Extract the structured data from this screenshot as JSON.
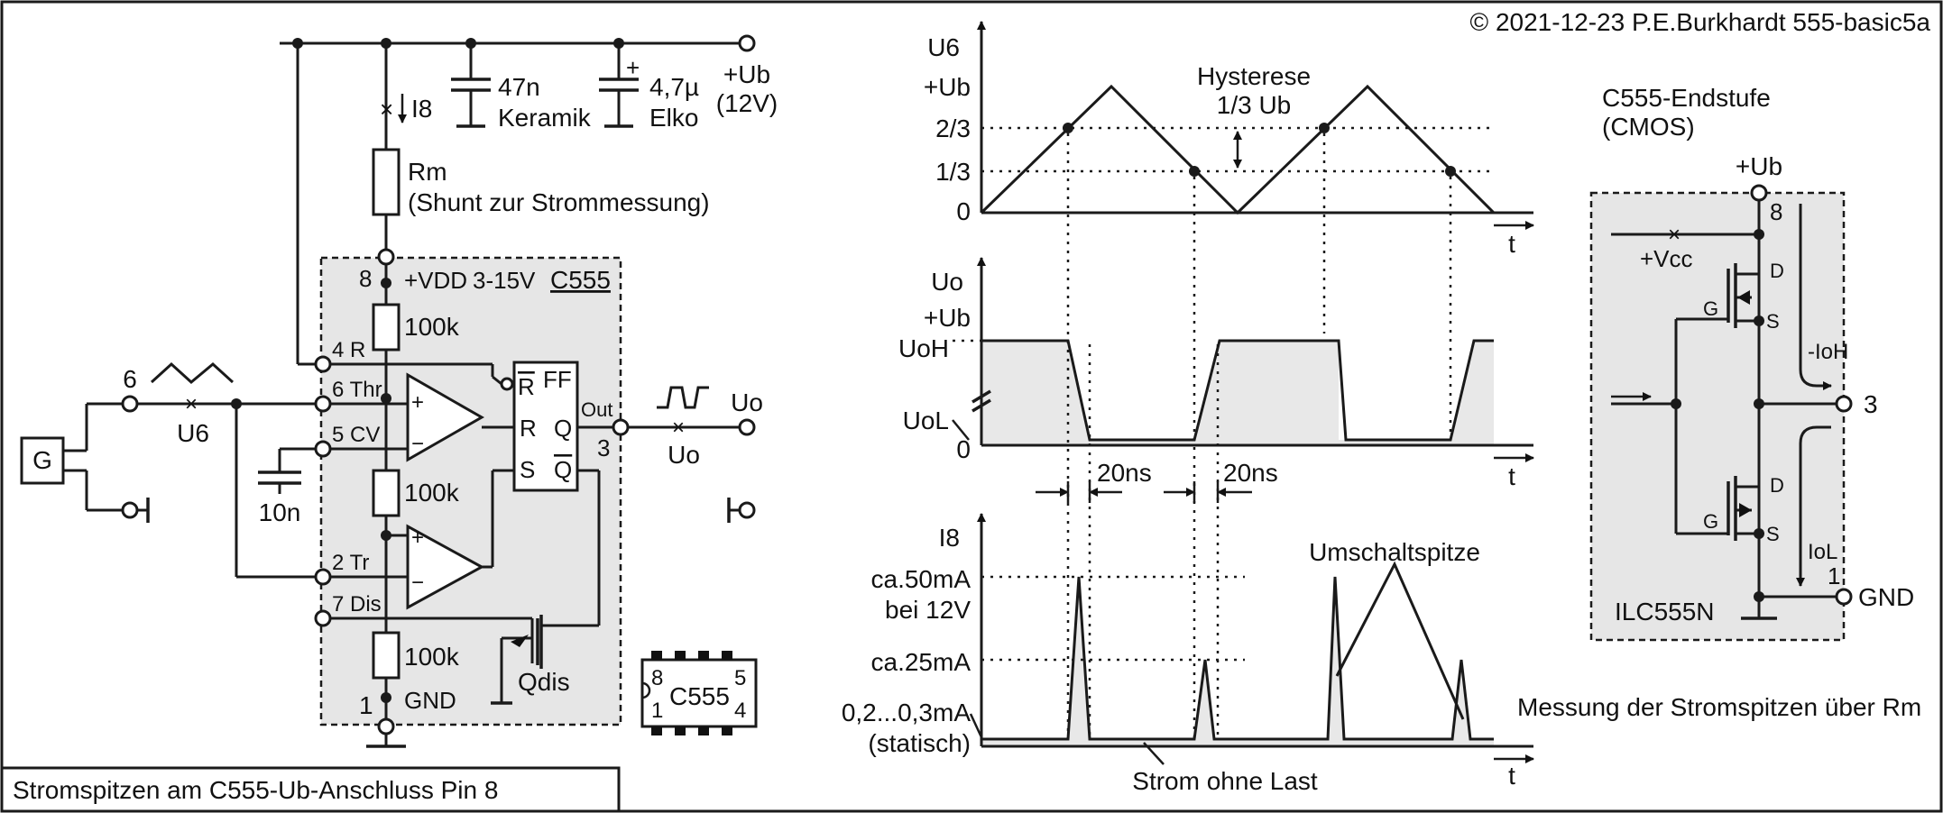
{
  "header": {
    "copyright": "© 2021-12-23 P.E.Burkhardt 555-basic5a"
  },
  "caption": {
    "text": "Stromspitzen am C555-Ub-Anschluss Pin 8"
  },
  "circuit": {
    "supply_label": "+Ub",
    "supply_voltage": "(12V)",
    "cap1_value": "47n",
    "cap1_type": "Keramik",
    "cap2_value": "4,7µ",
    "cap2_type": "Elko",
    "cap2_polarity": "+",
    "current_label": "I8",
    "shunt_name": "Rm",
    "shunt_desc": "(Shunt zur Strommessung)",
    "chip_name": "C555",
    "vdd_pin": "8",
    "vdd_label": "+VDD",
    "vdd_range": "3-15V",
    "res_top": "100k",
    "res_mid": "100k",
    "res_bot": "100k",
    "pin4": "4 R",
    "pin6": "6 Thr",
    "pin5": "5 CV",
    "pin2": "2 Tr",
    "pin7": "7 Dis",
    "gnd_pin": "1",
    "gnd_label": "GND",
    "ff_label": "FF",
    "ff_rbar": "R",
    "ff_r": "R",
    "ff_q": "Q",
    "ff_s": "S",
    "ff_qbar": "Q",
    "out_label": "Out",
    "out_pin": "3",
    "uo_right": "Uo",
    "uo_below": "Uo",
    "gen_label": "G",
    "gen_node": "6",
    "u6_label": "U6",
    "cap_cv": "10n",
    "qdis_label": "Qdis",
    "comp_plus": "+",
    "comp_minus": "−",
    "pkg_pin8": "8",
    "pkg_pin1": "1",
    "pkg_pin5": "5",
    "pkg_pin4": "4",
    "pkg_name": "C555"
  },
  "graphs": {
    "u6_axis": "U6",
    "u6_ticks": [
      "+Ub",
      "2/3",
      "1/3",
      "0"
    ],
    "hyst_line1": "Hysterese",
    "hyst_line2": "1/3 Ub",
    "t_label": "t",
    "uo_axis": "Uo",
    "uo_ticks": [
      "+Ub",
      "UoH",
      "UoL",
      "0"
    ],
    "rise_label": "20ns",
    "fall_label": "20ns",
    "i8_axis": "I8",
    "i8_peak": "ca.50mA",
    "i8_peak2": "bei 12V",
    "i8_mid": "ca.25mA",
    "i8_static": "0,2...0,3mA",
    "i8_static2": "(statisch)",
    "spike_label": "Umschaltspitze",
    "no_load": "Strom ohne Last",
    "measure_note": "Messung der Stromspitzen über Rm"
  },
  "output_stage": {
    "title1": "C555-Endstufe",
    "title2": "(CMOS)",
    "supply": "+Ub",
    "pin8": "8",
    "vcc": "+Vcc",
    "d_top": "D",
    "g_top": "G",
    "s_top": "S",
    "ioh": "-IoH",
    "pin3": "3",
    "d_bot": "D",
    "g_bot": "G",
    "s_bot": "S",
    "iol": "IoL",
    "pin1": "1",
    "gnd": "GND",
    "chip": "ILC555N"
  }
}
